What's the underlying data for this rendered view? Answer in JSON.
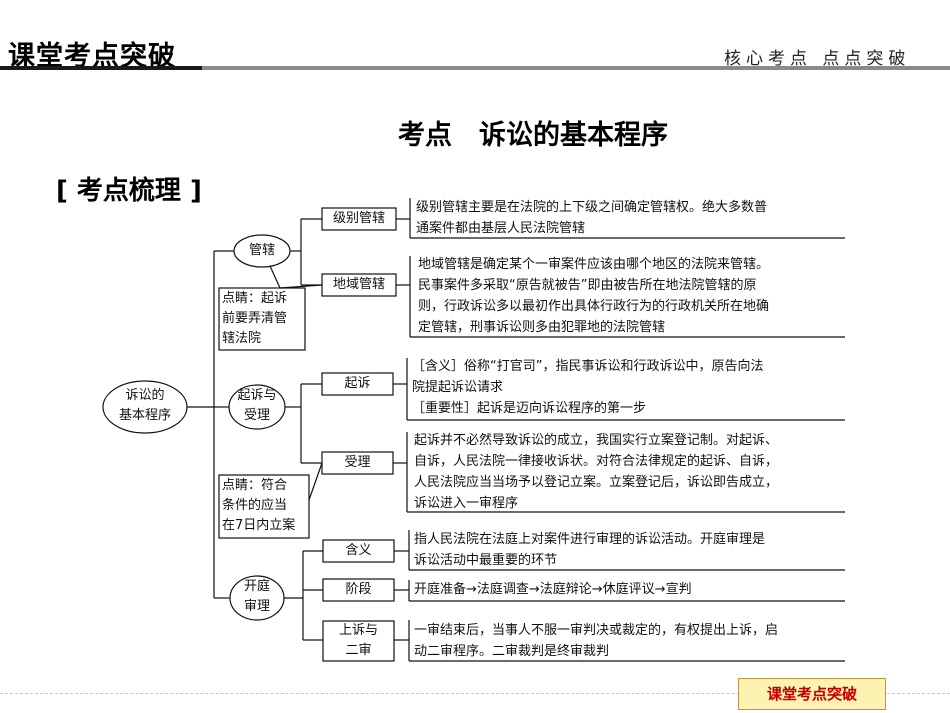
{
  "header": {
    "title": "课堂考点突破",
    "tagline": "核心考点 点点突破"
  },
  "page_title": "考点　诉讼的基本程序",
  "section_label": "[ 考点梳理 ]",
  "mindmap": {
    "root": [
      "诉讼的",
      "基本程序"
    ],
    "branches": {
      "jurisdiction": {
        "label": "管辖",
        "note": [
          "点睛：起诉",
          "前要弄清管",
          "辖法院"
        ],
        "items": {
          "level": {
            "label": "级别管辖",
            "text": [
              "级别管辖主要是在法院的上下级之间确定管辖权。绝大多数普",
              "通案件都由基层人民法院管辖"
            ]
          },
          "territorial": {
            "label": "地域管辖",
            "text": [
              "地域管辖是确定某个一审案件应该由哪个地区的法院来管辖。",
              "民事案件多采取“原告就被告”即由被告所在地法院管辖的原",
              "则，行政诉讼多以最初作出具体行政行为的行政机关所在地确",
              "定管辖，刑事诉讼则多由犯罪地的法院管辖"
            ]
          }
        }
      },
      "filing": {
        "label": [
          "起诉与",
          "受理"
        ],
        "note": [
          "点睛：符合",
          "条件的应当",
          "在7日内立案"
        ],
        "items": {
          "sue": {
            "label": "起诉",
            "text": [
              "［含义］俗称“打官司”，指民事诉讼和行政诉讼中，原告向法",
              "院提起诉讼请求",
              "［重要性］起诉是迈向诉讼程序的第一步"
            ]
          },
          "accept": {
            "label": "受理",
            "text": [
              "起诉并不必然导致诉讼的成立，我国实行立案登记制。对起诉、",
              "自诉，人民法院一律接收诉状。对符合法律规定的起诉、自诉，",
              "人民法院应当当场予以登记立案。立案登记后，诉讼即告成立，",
              "诉讼进入一审程序"
            ]
          }
        }
      },
      "trial": {
        "label": [
          "开庭",
          "审理"
        ],
        "items": {
          "meaning": {
            "label": "含义",
            "text": [
              "指人民法院在法庭上对案件进行审理的诉讼活动。开庭审理是",
              "诉讼活动中最重要的环节"
            ]
          },
          "stages": {
            "label": "阶段",
            "text": [
              "开庭准备→法庭调查→法庭辩论→休庭评议→宣判"
            ]
          },
          "appeal": {
            "label": [
              "上诉与",
              "二审"
            ],
            "text": [
              "一审结束后，当事人不服一审判决或裁定的，有权提出上诉，启",
              "动二审程序。二审裁判是终审裁判"
            ]
          }
        }
      }
    }
  },
  "footer": {
    "button_label": "课堂考点突破"
  }
}
